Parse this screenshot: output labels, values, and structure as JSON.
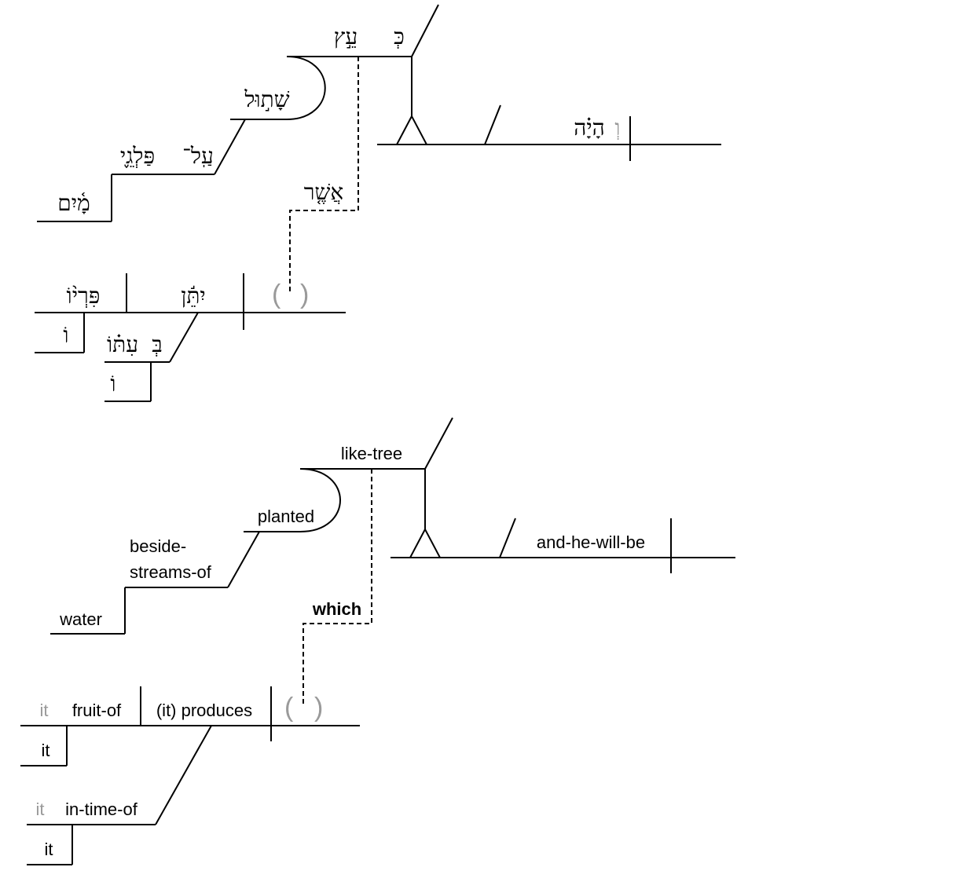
{
  "hebrew": {
    "ke": "כְּ",
    "ets": "עֵ֣ץ",
    "shatul": "שָׁת֣וּל",
    "al": "עַֽל־",
    "palge": "פַּלְגֵ֪י",
    "mayim": "מָ֫יִם",
    "asher": "אֲשֶׁ֤ר",
    "waw": "וְ",
    "hayah": "הָיָ֗ה",
    "piryo": "פִּרְי֨וֹ",
    "yitten": "יִתֵּ֬ן",
    "suffix_o": "וֹ",
    "be": "בְּ",
    "itto": "עִתּ֗וֹ",
    "suffix_o2": "וֹ",
    "paren_open": "(",
    "paren_close": ")"
  },
  "english": {
    "like_tree": "like-tree",
    "planted": "planted",
    "beside": "beside-",
    "streams_of": "streams-of",
    "water": "water",
    "which": "which",
    "and_he_will_be": "and-he-will-be",
    "it_gray_1": "it",
    "fruit_of": "fruit-of",
    "it_produces": "(it) produces",
    "it_1": "it",
    "it_gray_2": "it",
    "in_time_of": "in-time-of",
    "it_2": "it",
    "paren_open": "(",
    "paren_close": ")"
  }
}
